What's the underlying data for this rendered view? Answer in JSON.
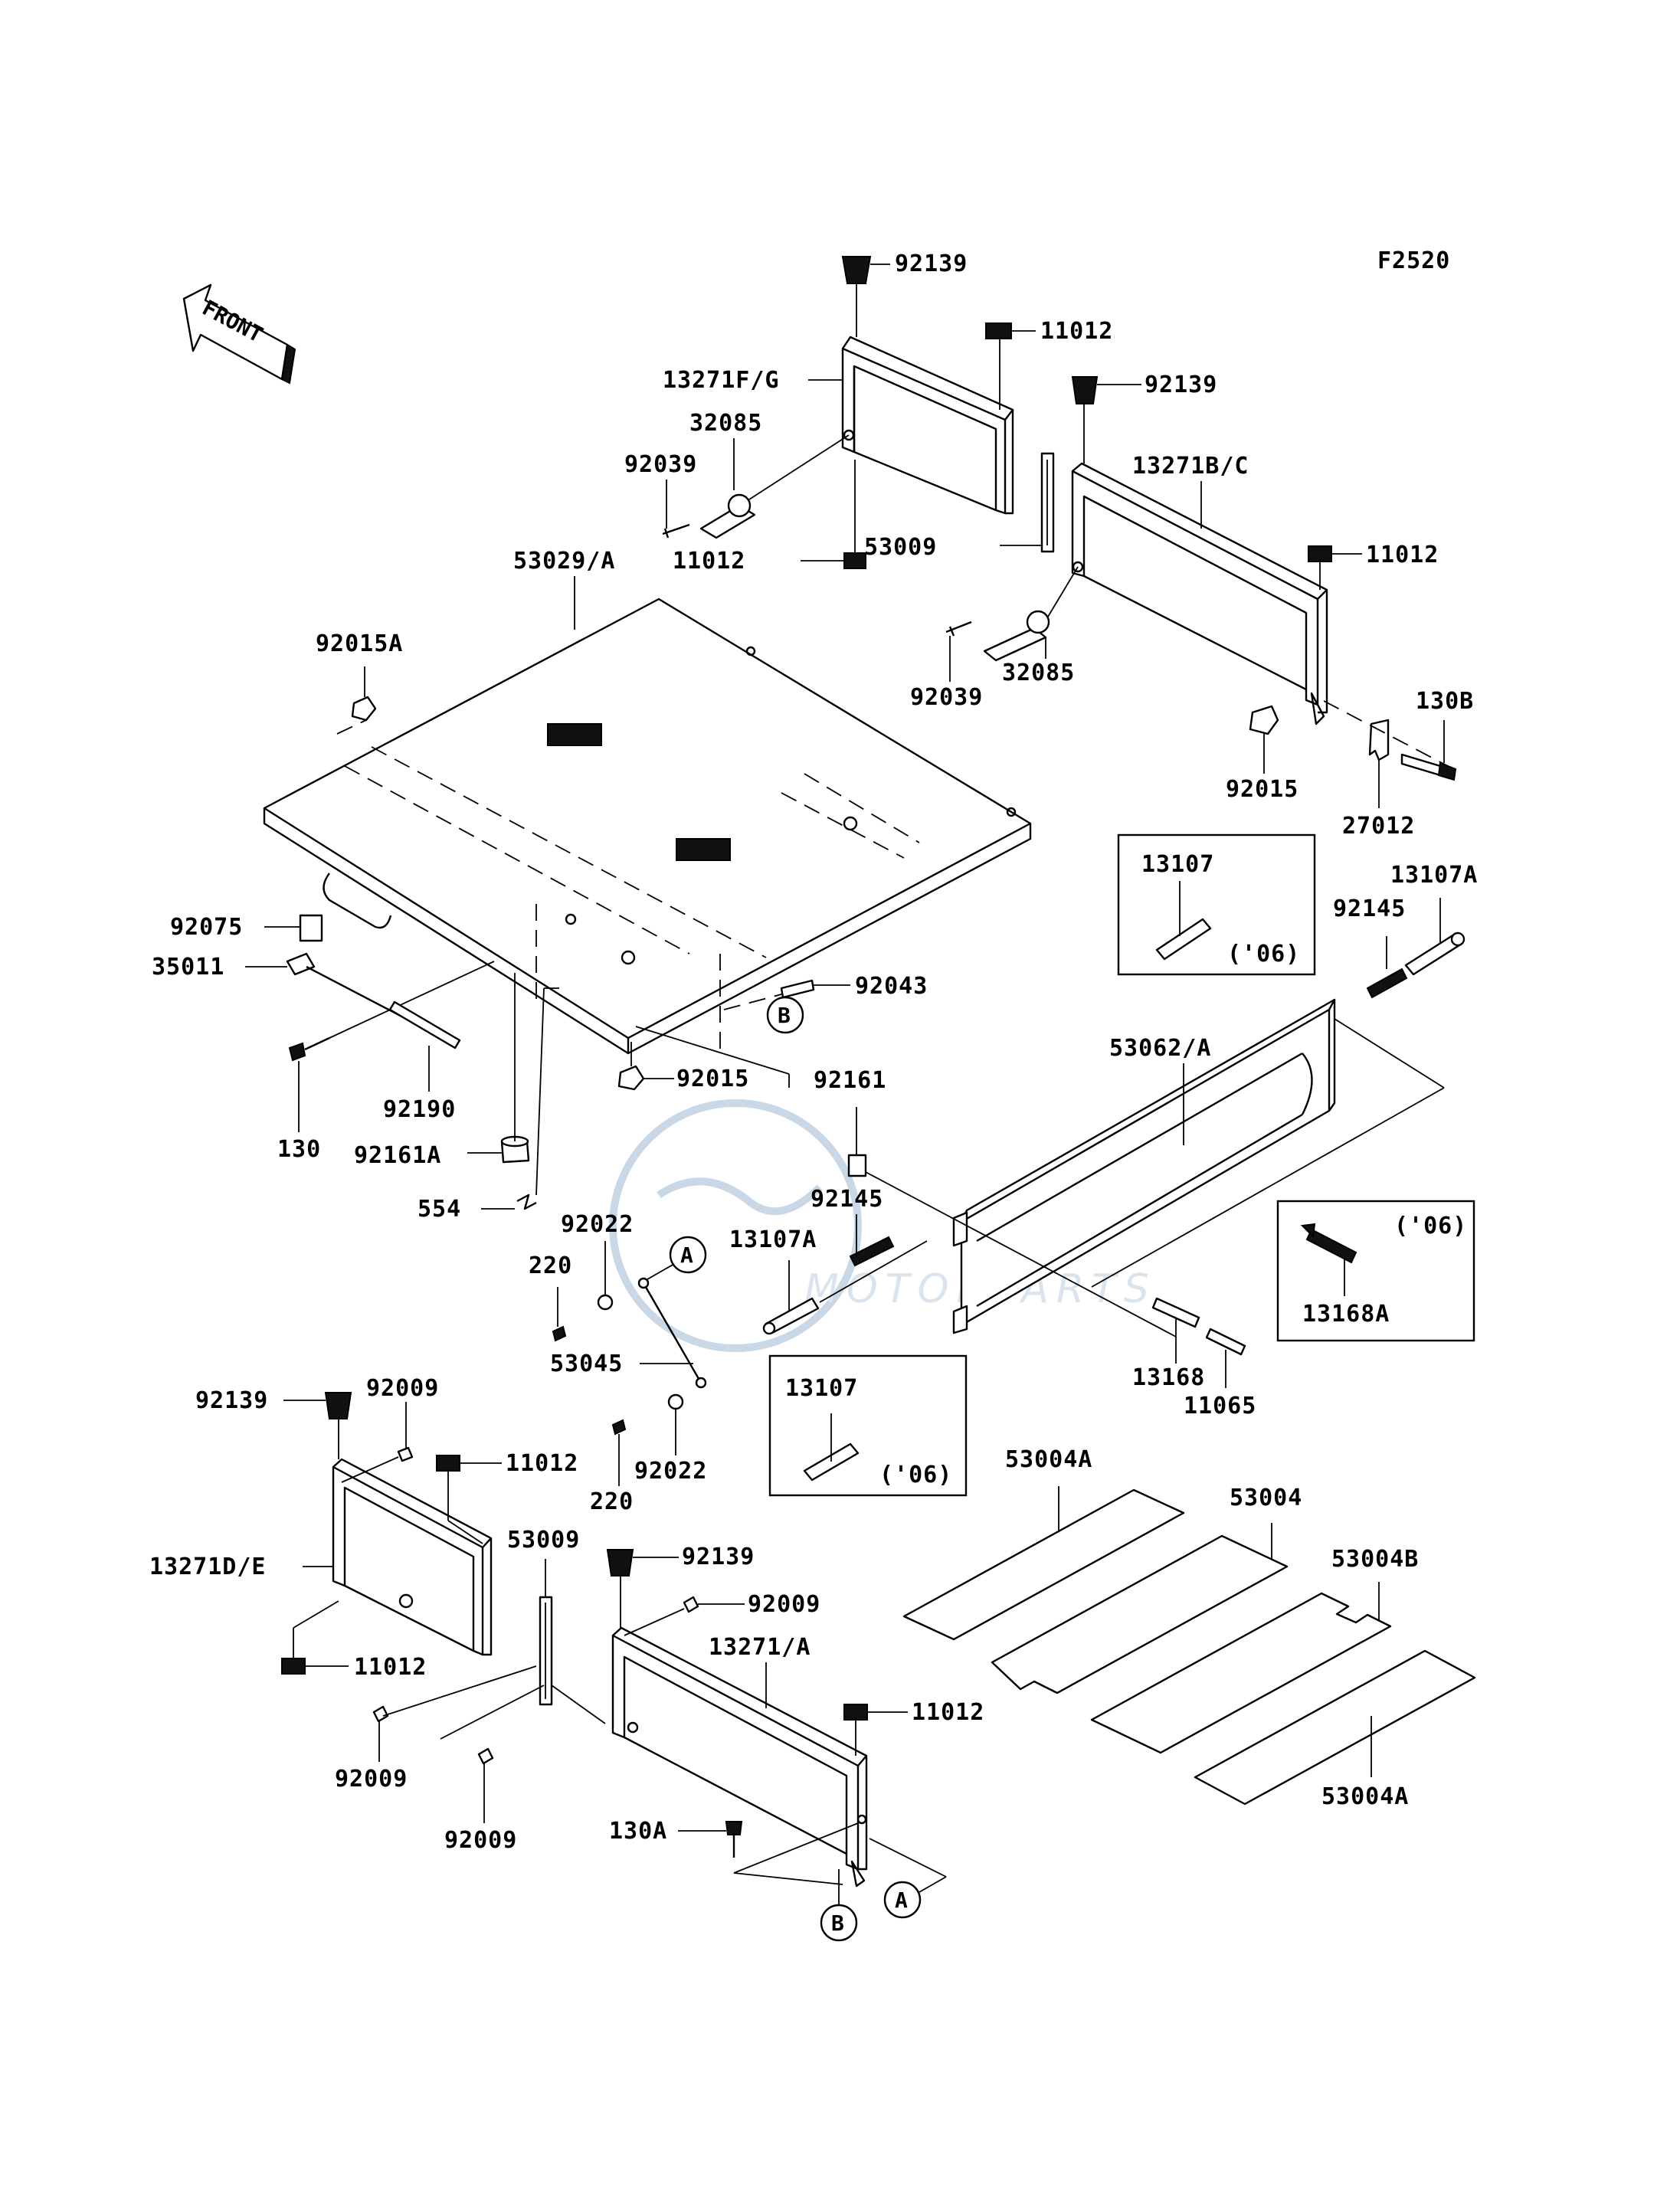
{
  "figure_code": "F2520",
  "front_arrow": {
    "label": "FRONT",
    "icon": "front-direction-arrow-icon"
  },
  "watermark": {
    "text": "MOTORPARTS"
  },
  "parts": {
    "p92139_top": "92139",
    "p11012_top": "11012",
    "p13271FG": "13271F/G",
    "p92139_r": "92139",
    "p32085_a": "32085",
    "p92039_a": "92039",
    "p13271BC": "13271B/C",
    "p53009_a": "53009",
    "p11012_mid": "11012",
    "p11012_r": "11012",
    "p53029A": "53029/A",
    "p92015A": "92015A",
    "p92039_b": "92039",
    "p32085_b": "32085",
    "p130B": "130B",
    "p92015_r": "92015",
    "p27012": "27012",
    "p13107_box1": "13107",
    "p13107A_r": "13107A",
    "p92145_r": "92145",
    "p92075": "92075",
    "p35011": "35011",
    "p92043": "92043",
    "p53062A": "53062/A",
    "p92161": "92161",
    "p130": "130",
    "p92190": "92190",
    "p92015_b": "92015",
    "p92161A": "92161A",
    "p554": "554",
    "p92022_a": "92022",
    "p92145_m": "92145",
    "p13107A_m": "13107A",
    "p220_a": "220",
    "p53045": "53045",
    "p13168A": "13168A",
    "p13168": "13168",
    "p11065": "11065",
    "p92139_bl": "92139",
    "p92009_a": "92009",
    "p11012_bl": "11012",
    "p53009_b": "53009",
    "p13271DE": "13271D/E",
    "p92022_b": "92022",
    "p220_b": "220",
    "p13107_box2": "13107",
    "p53004A_top": "53004A",
    "p53004": "53004",
    "p53004B": "53004B",
    "p92139_bm": "92139",
    "p92009_b": "92009",
    "p13271A": "13271/A",
    "p11012_bm": "11012",
    "p11012_bl2": "11012",
    "p92009_c": "92009",
    "p92009_d": "92009",
    "p130A": "130A",
    "p53004A_bot": "53004A"
  },
  "year_notes": {
    "box1": "('06)",
    "box2": "('06)",
    "box3": "('06)"
  },
  "callouts": {
    "A1": "A",
    "A2": "A",
    "B1": "B",
    "B2": "B"
  }
}
